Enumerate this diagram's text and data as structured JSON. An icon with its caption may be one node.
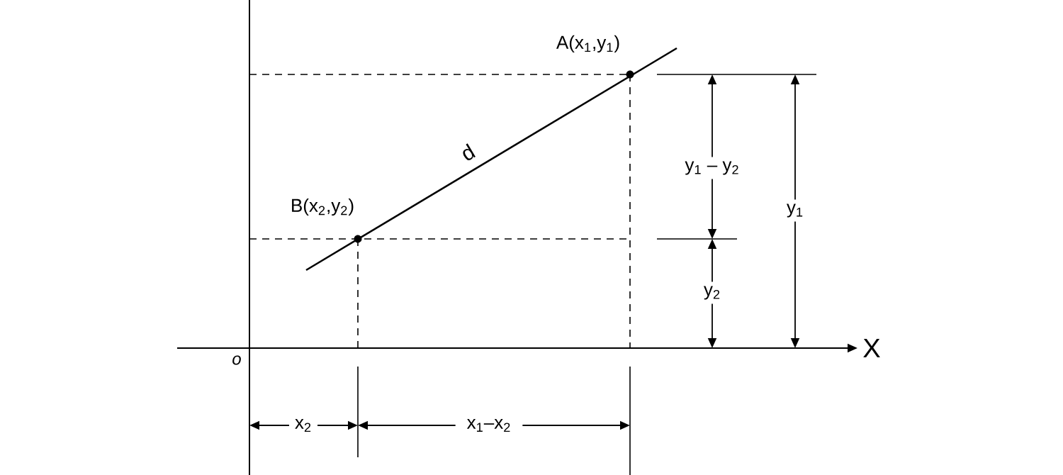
{
  "diagram": {
    "labels": [
      "A(x$_{1}$,y$_{1}$)",
      "d",
      "B(x$_{2}$,y$_{2}$)",
      "y$_{1}$ – y$_{2}$",
      "y$_{1}$",
      "y$_{2}$",
      "X",
      "o",
      "x$_{2}$",
      "x$_{1}$–x$_{2}$"
    ]
  }
}
